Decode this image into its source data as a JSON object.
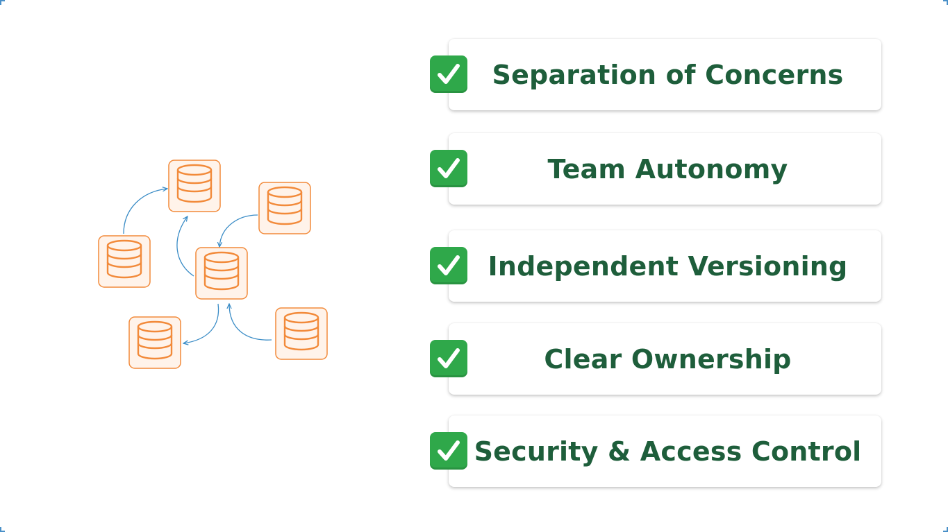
{
  "diagram": {
    "nodes": [
      {
        "id": "db-top",
        "icon": "database-icon"
      },
      {
        "id": "db-upper-right",
        "icon": "database-icon"
      },
      {
        "id": "db-left",
        "icon": "database-icon"
      },
      {
        "id": "db-center",
        "icon": "database-icon"
      },
      {
        "id": "db-lower-left",
        "icon": "database-icon"
      },
      {
        "id": "db-lower-right",
        "icon": "database-icon"
      }
    ],
    "edges": [
      {
        "from": "db-left",
        "to": "db-top"
      },
      {
        "from": "db-center",
        "to": "db-top"
      },
      {
        "from": "db-upper-right",
        "to": "db-center"
      },
      {
        "from": "db-center",
        "to": "db-lower-left"
      },
      {
        "from": "db-lower-right",
        "to": "db-center"
      }
    ],
    "colors": {
      "node_stroke": "#f28a3a",
      "node_fill": "#fff3ea",
      "edge": "#3a8cc6"
    }
  },
  "benefits": [
    {
      "label": "Separation of Concerns",
      "icon": "check-mark-icon"
    },
    {
      "label": "Team Autonomy",
      "icon": "check-mark-icon"
    },
    {
      "label": "Independent Versioning",
      "icon": "check-mark-icon"
    },
    {
      "label": "Clear Ownership",
      "icon": "check-mark-icon"
    },
    {
      "label": "Security & Access Control",
      "icon": "check-mark-icon"
    }
  ],
  "colors": {
    "text": "#1e5e3b",
    "check_bg": "#2fa84a",
    "card_bg": "#ffffff"
  }
}
